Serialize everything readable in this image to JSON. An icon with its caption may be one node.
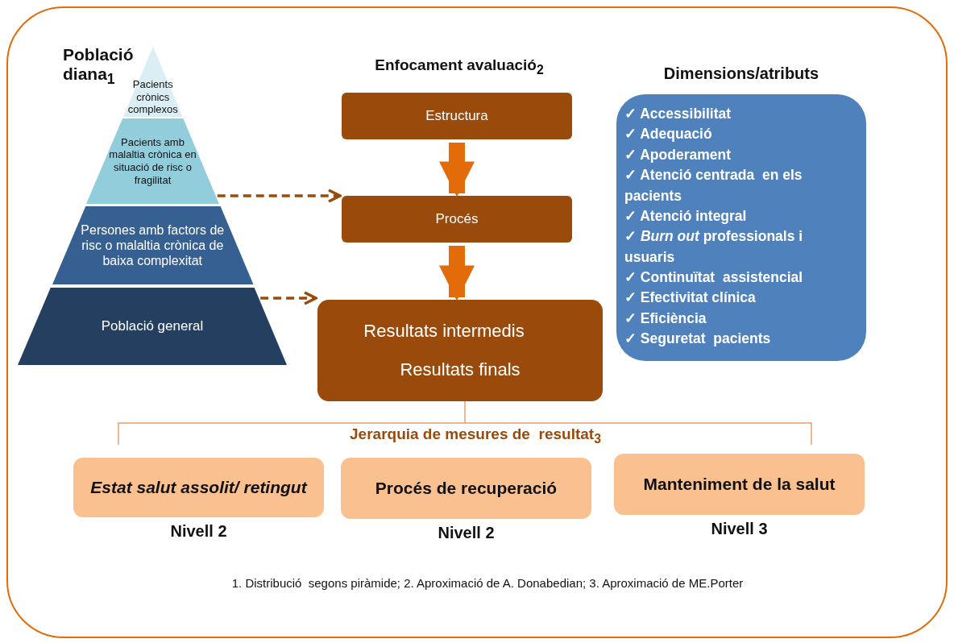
{
  "diagram": {
    "nodes": [
      {
        "text": [
          "Pacients crònics complexos"
        ]
      },
      {
        "text": [
          "Pacients amb malaltia crònica en situació de risc o fragilitat"
        ]
      },
      {
        "text": [
          "Persones amb factors de risc o malaltia crònica de baixa complexitat"
        ]
      },
      {
        "text": [
          "Població general"
        ]
      },
      {
        "text": [
          "Estructura"
        ]
      },
      {
        "text": [
          "Procés"
        ]
      },
      {
        "text": [
          "Resultats intermedis",
          "Resultats finals"
        ]
      },
      {
        "text": [
          "Dimensions/atributs",
          "✓ Accessibilitat",
          "✓ Adequació",
          "✓ Apoderament",
          "✓ Atenció centrada  en els pacients",
          "✓ Atenció integral",
          "✓ *Burn out* professionals i usuaris",
          "✓ Continuïtat  assistencial",
          "✓ Efectivitat clínica",
          "✓ Eficiència",
          "✓ Seguretat  pacients"
        ]
      },
      {
        "text": [
          "Estat salut  assolit/ retingut"
        ],
        "beside": [
          "Nivell 2"
        ]
      },
      {
        "text": [
          "Procés  de recuperació"
        ],
        "beside": [
          "Nivell 2"
        ]
      },
      {
        "text": [
          "Manteniment de la salut"
        ],
        "beside": [
          "Nivell 3"
        ]
      }
    ],
    "edges": [
      {
        "from": 4,
        "to": 5,
        "arrow": "to",
        "style": "thick",
        "color": "#e36c0a"
      },
      {
        "from": 5,
        "to": 6,
        "arrow": "to",
        "style": "thick",
        "color": "#e36c0a"
      },
      {
        "from": 1,
        "to": 5,
        "arrow": "to",
        "style": "dashed",
        "color": "#9a4a0a"
      },
      {
        "from": 3,
        "to": 6,
        "arrow": "to",
        "style": "dashed",
        "color": "#9a4a0a"
      }
    ],
    "labels": [
      "Població diana$_{1}$",
      "Enfocament avaluació$_{2}$",
      "Jerarquia de mesures de  resultat$_{3}$",
      "1. Distribució  segons piràmide; 2. Aproximació de A. Donabedian; 3. Aproximació de ME.Porter"
    ]
  }
}
